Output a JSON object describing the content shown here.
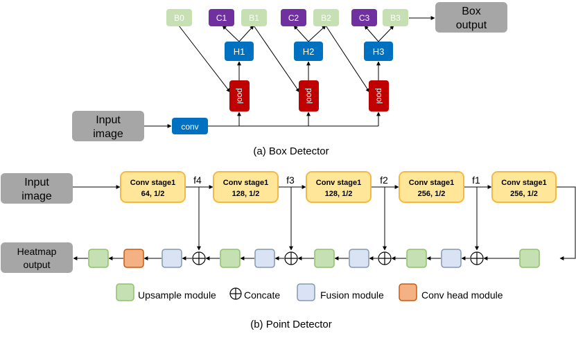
{
  "box_detector": {
    "caption": "(a) Box Detector",
    "input_label": [
      "Input",
      "image"
    ],
    "conv_label": "conv",
    "pool_label": "pool",
    "box_nodes": [
      "B0",
      "B1",
      "B2",
      "B3"
    ],
    "class_nodes": [
      "C1",
      "C2",
      "C3"
    ],
    "head_nodes": [
      "H1",
      "H2",
      "H3"
    ],
    "output_label": [
      "Box",
      "output"
    ]
  },
  "point_detector": {
    "caption": "(b) Point Detector",
    "input_label": [
      "Input",
      "image"
    ],
    "stages": [
      {
        "title": "Conv stage1",
        "sub": "64, 1/2"
      },
      {
        "title": "Conv stage1",
        "sub": "128, 1/2"
      },
      {
        "title": "Conv stage1",
        "sub": "128, 1/2"
      },
      {
        "title": "Conv stage1",
        "sub": "256, 1/2"
      },
      {
        "title": "Conv stage1",
        "sub": "256, 1/2"
      }
    ],
    "feature_labels": [
      "f4",
      "f3",
      "f2",
      "f1"
    ],
    "output_label": [
      "Heatmap",
      "output"
    ],
    "concat_symbol": "+"
  },
  "legend": {
    "upsample": "Upsample module",
    "concate": "Concate",
    "fusion": "Fusion module",
    "convhead": "Conv head module"
  },
  "colors": {
    "gray_box": "#a6a6a6",
    "green_node": "#c6e0b4",
    "purple_node": "#7030a0",
    "blue_node": "#0070c0",
    "red_pool": "#c00000",
    "yellow_stage": "#ffe699",
    "yellow_border": "#f4b942",
    "upsample_fill": "#c5e0b3",
    "upsample_border": "#8fc06a",
    "fusion_fill": "#dae3f3",
    "fusion_border": "#8497b0",
    "convhead_fill": "#f4b183",
    "convhead_border": "#c55a11"
  }
}
